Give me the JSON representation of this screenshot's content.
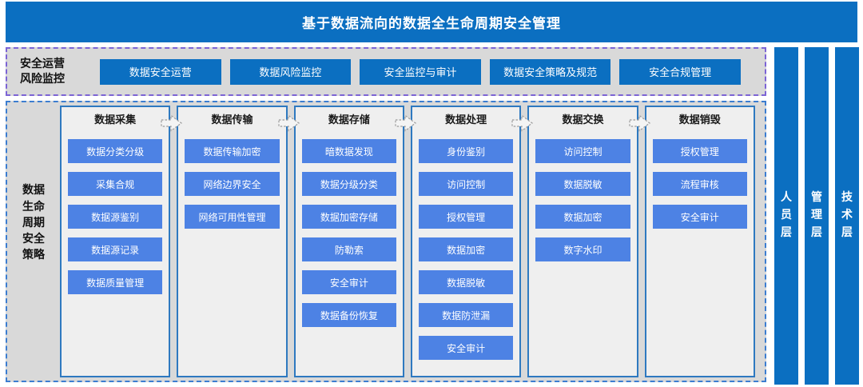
{
  "title": "基于数据流向的数据全生命周期安全管理",
  "ops": {
    "label_lines": [
      "安全运营",
      "风险监控"
    ],
    "buttons": [
      "数据安全运营",
      "数据风险监控",
      "安全监控与审计",
      "数据安全策略及规范",
      "安全合规管理"
    ]
  },
  "lifecycle": {
    "label_lines": [
      "数据",
      "生命",
      "周期",
      "安全",
      "策略"
    ],
    "columns": [
      {
        "header": "数据采集",
        "items": [
          "数据分类分级",
          "采集合规",
          "数据源鉴别",
          "数据源记录",
          "数据质量管理"
        ]
      },
      {
        "header": "数据传输",
        "items": [
          "数据传输加密",
          "网络边界安全",
          "网络可用性管理"
        ]
      },
      {
        "header": "数据存储",
        "items": [
          "暗数据发现",
          "数据分级分类",
          "数据加密存储",
          "防勒索",
          "安全审计",
          "数据备份恢复"
        ]
      },
      {
        "header": "数据处理",
        "items": [
          "身份鉴别",
          "访问控制",
          "授权管理",
          "数据加密",
          "数据脱敏",
          "数据防泄漏",
          "安全审计"
        ]
      },
      {
        "header": "数据交换",
        "items": [
          "访问控制",
          "数据脱敏",
          "数据加密",
          "数字水印"
        ]
      },
      {
        "header": "数据销毁",
        "items": [
          "授权管理",
          "流程审核",
          "安全审计"
        ]
      }
    ]
  },
  "layers": [
    "人员层",
    "管理层",
    "技术层"
  ],
  "colors": {
    "primary_blue": "#0b6fc1",
    "item_blue": "#4d82e4",
    "section_bg": "#d9d9d9",
    "column_bg": "#efefef",
    "column_border": "#2e79c0",
    "ops_dash_border": "#7c64d5",
    "main_dash_border": "#3c7dd0"
  }
}
